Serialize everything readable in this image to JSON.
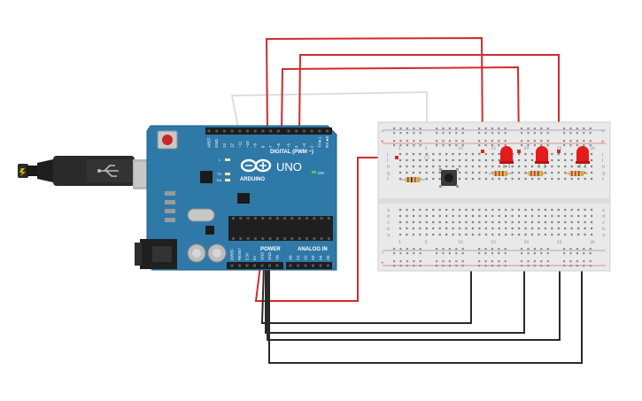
{
  "board": {
    "name": "UNO",
    "brand": "ARDUINO",
    "on_label": "ON",
    "digital_label": "DIGITAL (PWM ~)",
    "power_label": "POWER",
    "analog_label": "ANALOG IN",
    "led_labels": [
      "L",
      "TX",
      "RX"
    ],
    "top_pins": [
      "AREF",
      "GND",
      "13",
      "12",
      "~11",
      "~10",
      "~9",
      "8",
      "7",
      "~6",
      "~5",
      "4",
      "~3",
      "2",
      "TX►1",
      "RX◄0"
    ],
    "power_pins": [
      "IOREF",
      "RESET",
      "3.3V",
      "5V",
      "GND",
      "GND",
      "Vin"
    ],
    "analog_pins": [
      "A0",
      "A1",
      "A2",
      "A3",
      "A4",
      "A5"
    ]
  },
  "breadboard": {
    "row_letters_top": [
      "j",
      "i",
      "h",
      "g",
      "f"
    ],
    "row_letters_bottom": [
      "e",
      "d",
      "c",
      "b",
      "a"
    ],
    "column_numbers": [
      "1",
      "5",
      "10",
      "15",
      "20",
      "25",
      "30"
    ]
  },
  "colors": {
    "board": "#2f79a8",
    "board_edge": "#1f5f86",
    "wire_red": "#d22b2b",
    "wire_black": "#2a2a2a",
    "wire_white": "#e6e6e6",
    "breadboard": "#e9e9e9",
    "led": "#e21b1b",
    "resistor": "#d9b36a"
  },
  "components": {
    "leds": 3,
    "resistors": 4,
    "pushbuttons": 1
  }
}
